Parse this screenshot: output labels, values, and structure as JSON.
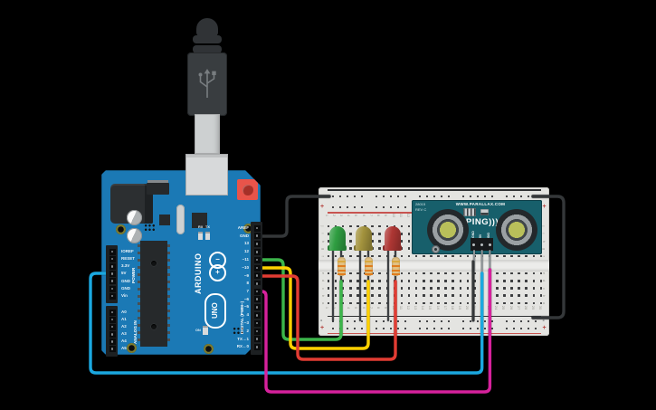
{
  "app": {
    "background": "#000000"
  },
  "arduino": {
    "board_color": "#1b79b5",
    "brand": "ARDUINO",
    "model": "UNO",
    "power_label": "POWER",
    "analog_label": "ANALOG IN",
    "digital_label": "DIGITAL (PWM~)",
    "on_label": "ON",
    "rx_label": "RX",
    "tx_label": "TX",
    "logo_minus": "−",
    "logo_plus": "+",
    "power_pins": [
      "IOREF",
      "RESET",
      "3.3V",
      "5V",
      "GND",
      "GND",
      "Vin"
    ],
    "analog_pins": [
      "A0",
      "A1",
      "A2",
      "A3",
      "A4",
      "A5"
    ],
    "digital_pins_right_top": [
      "AREF",
      "GND",
      "13",
      "12",
      "~11",
      "~10",
      "~9",
      "8"
    ],
    "digital_pins_right_bottom": [
      "7",
      "~6",
      "~5",
      "4",
      "~3",
      "2",
      "TX→1",
      "RX←0"
    ]
  },
  "usb_cable": {
    "color": "#34383b",
    "plug_color": "#cdd0d1"
  },
  "breadboard": {
    "body_color": "#e4e4e1",
    "rail_minus": "-",
    "rail_plus": "+",
    "row_letters_top": [
      "j",
      "i",
      "h",
      "g",
      "f"
    ],
    "row_letters_bottom": [
      "e",
      "d",
      "c",
      "b",
      "a"
    ],
    "column_numbers": [
      "1",
      "2",
      "3",
      "4",
      "5",
      "6",
      "7",
      "8",
      "9",
      "10",
      "11",
      "12",
      "13",
      "14",
      "15",
      "16",
      "17",
      "18",
      "19",
      "20",
      "21",
      "22",
      "23",
      "24",
      "25",
      "26",
      "27",
      "28",
      "29",
      "30"
    ]
  },
  "ping_sensor": {
    "board_color": "#175f6b",
    "part_number": "28015",
    "revision": "REV C",
    "website": "WWW.PARALLAX.COM",
    "name": "PING)))",
    "pin_labels": [
      "GND",
      "5V",
      "SIG"
    ]
  },
  "leds": [
    {
      "name": "green-led",
      "color": "#2f9e41"
    },
    {
      "name": "yellow-led",
      "color": "#a3933d"
    },
    {
      "name": "red-led",
      "color": "#ae3633"
    }
  ],
  "resistor": {
    "body": "#e2c183",
    "bands": [
      "#d9a93f",
      "#e07d1e",
      "#e07d1e",
      "#e07d1e"
    ]
  },
  "wires": {
    "lead": {
      "color": "#3d4043"
    },
    "sensor_pin": {
      "color": "#8f9598"
    },
    "gnd_top": {
      "color": "#343739",
      "from": "Arduino GND",
      "to": "breadboard - rail (top left)"
    },
    "gnd_right": {
      "color": "#343739",
      "from": "top - rail right",
      "to": "bottom - rail right"
    },
    "gnd_jumper": {
      "color": "#343739",
      "from": "PING GND column",
      "to": "bottom - rail"
    },
    "green_signal": {
      "color": "#3cb54a",
      "from": "Arduino ~11",
      "to": "green LED resistor"
    },
    "yellow_signal": {
      "color": "#ffd100",
      "from": "Arduino ~10",
      "to": "yellow LED resistor"
    },
    "red_signal": {
      "color": "#e23c33",
      "from": "Arduino ~9",
      "to": "red LED resistor"
    },
    "power_5v": {
      "color": "#1ba8e0",
      "from": "Arduino 5V",
      "to": "PING 5V column"
    },
    "sig_pin7": {
      "color": "#d6219c",
      "from": "Arduino 7",
      "to": "PING SIG column"
    }
  }
}
